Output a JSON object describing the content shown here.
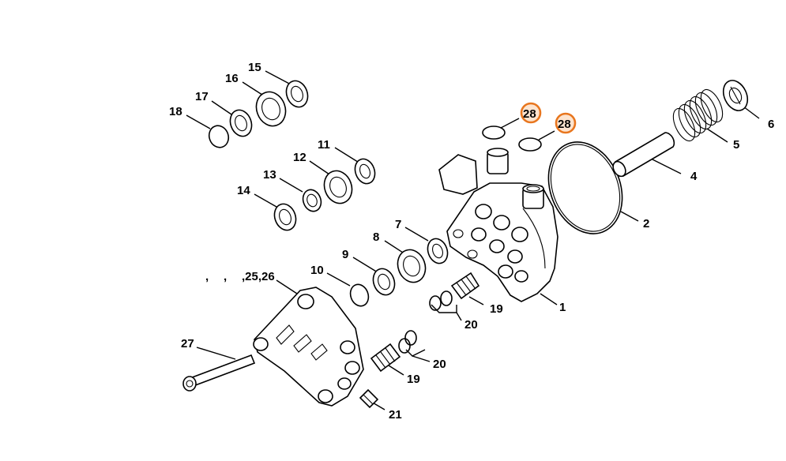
{
  "labels": {
    "p1": "1",
    "p2": "2",
    "p4": "4",
    "p5": "5",
    "p6": "6",
    "p7": "7",
    "p8": "8",
    "p9": "9",
    "p10": "10",
    "p11": "11",
    "p12": "12",
    "p13": "13",
    "p14": "14",
    "p15": "15",
    "p16": "16",
    "p17": "17",
    "p18": "18",
    "p19a": "19",
    "p19b": "19",
    "p20a": "20",
    "p20b": "20",
    "p21": "21",
    "p25_26": ",25,26",
    "p27": "27",
    "p28a": "28",
    "p28b": "28",
    "comma1": ",",
    "comma2": ","
  },
  "colors": {
    "highlight": "#e8761e",
    "ink": "#000000"
  }
}
